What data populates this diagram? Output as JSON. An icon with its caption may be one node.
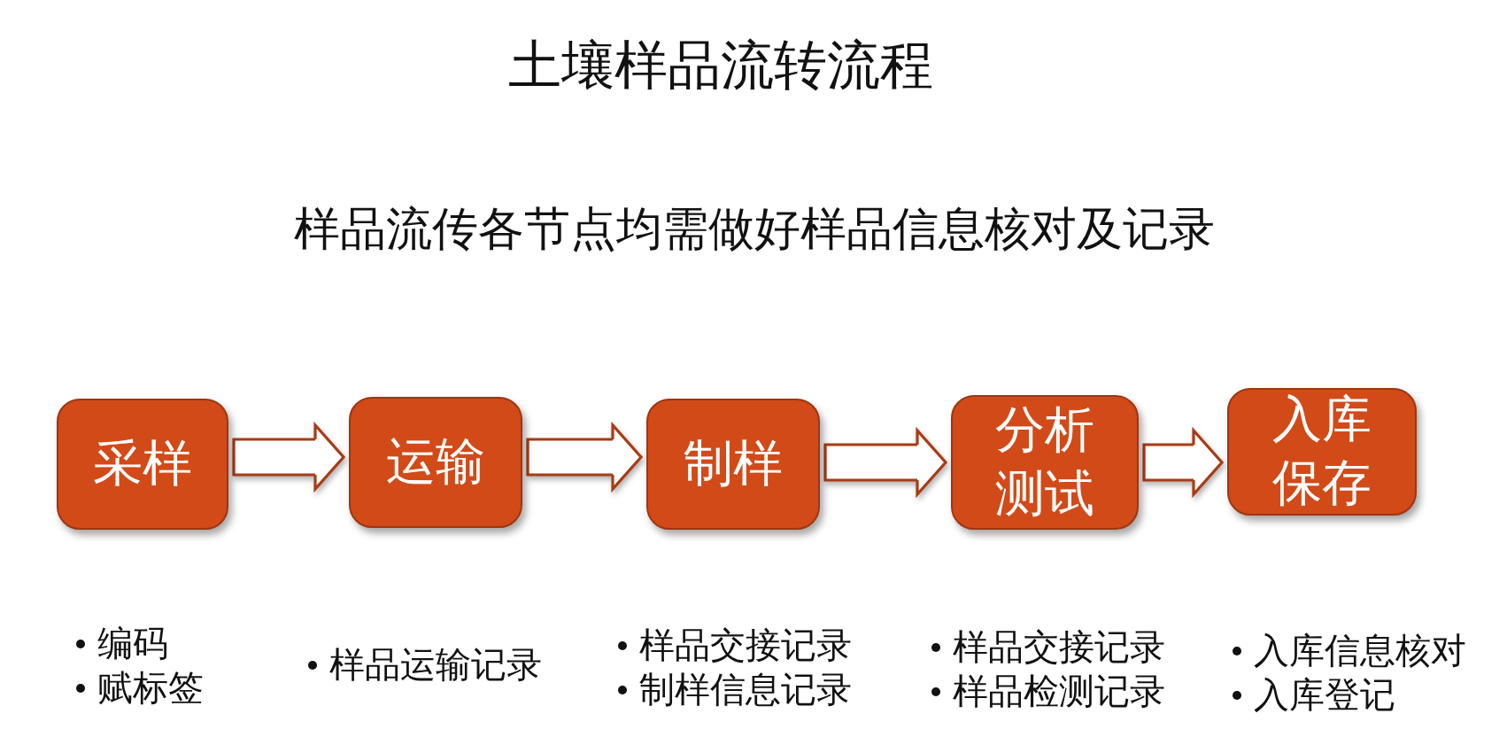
{
  "diagram": {
    "title": "土壤样品流转流程",
    "nodes": [
      {
        "text": [
          "采样"
        ],
        "beside": [
          "编码",
          "赋标签"
        ]
      },
      {
        "text": [
          "运输"
        ],
        "beside": [
          "样品运输记录"
        ]
      },
      {
        "text": [
          "制样"
        ],
        "beside": [
          "样品交接记录",
          "制样信息记录"
        ]
      },
      {
        "text": [
          "分析测试"
        ],
        "beside": [
          "样品交接记录",
          "样品检测记录"
        ]
      },
      {
        "text": [
          "入库保存"
        ],
        "beside": [
          "入库信息核对",
          "入库登记"
        ]
      }
    ],
    "edges": [
      {
        "from": 0,
        "to": 1,
        "arrow": "to"
      },
      {
        "from": 1,
        "to": 2,
        "arrow": "to"
      },
      {
        "from": 2,
        "to": 3,
        "arrow": "to"
      },
      {
        "from": 3,
        "to": 4,
        "arrow": "to"
      }
    ],
    "labels": [
      "样品流传各节点均需做好样品信息核对及记录"
    ]
  }
}
